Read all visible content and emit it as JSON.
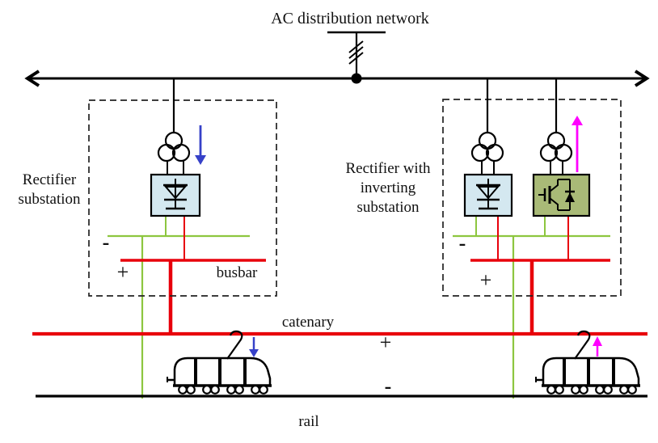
{
  "diagram": {
    "title": "AC distribution network",
    "left_substation_label": {
      "line1": "Rectifier",
      "line2": "substation"
    },
    "right_substation_label": {
      "line1": "Rectifier with",
      "line2": "inverting",
      "line3": "substation"
    },
    "busbar_label": "busbar",
    "catenary_label": "catenary",
    "rail_label": "rail",
    "signs": {
      "plus": "+",
      "minus": "-"
    }
  },
  "colors": {
    "dc_positive": "#e8000b",
    "dc_negative_return": "#8dc63f",
    "traction_power_flow": "#3641c8",
    "regenerated_power_flow": "#ff00ff",
    "rectifier_fill": "#d4e8f0",
    "inverter_fill": "#a9ba77"
  }
}
